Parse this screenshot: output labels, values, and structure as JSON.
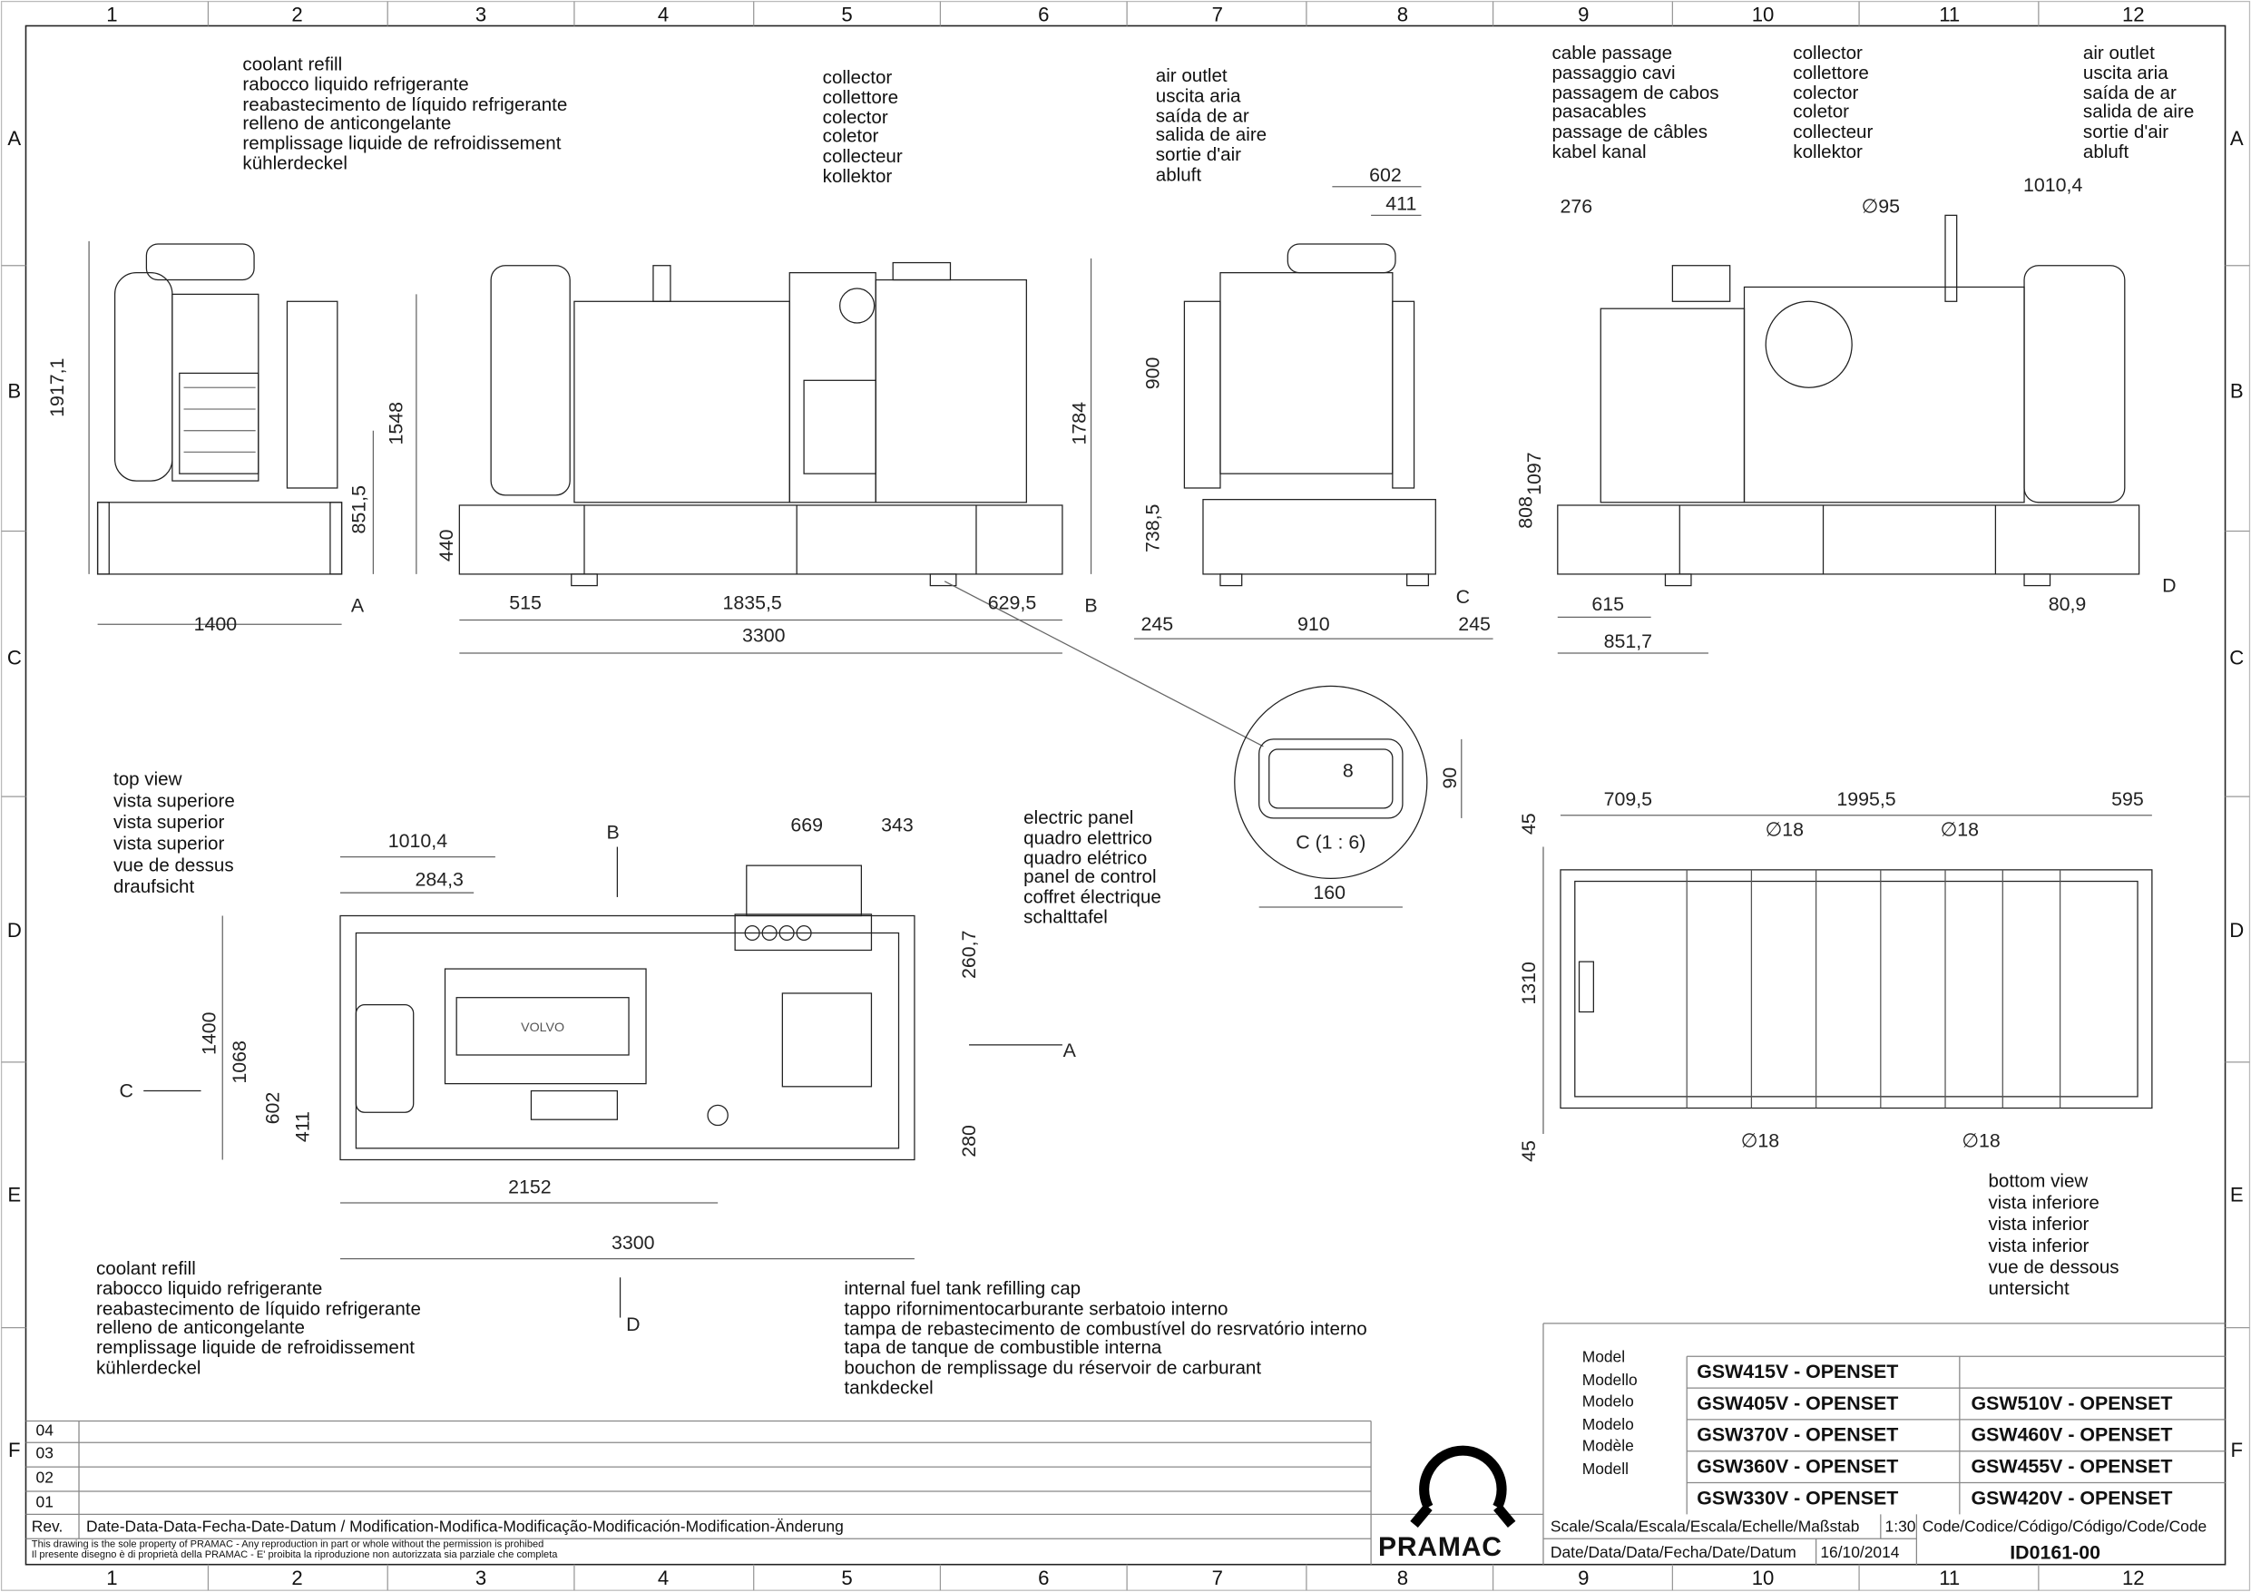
{
  "grid": {
    "columns": [
      "1",
      "2",
      "3",
      "4",
      "5",
      "6",
      "7",
      "8",
      "9",
      "10",
      "11",
      "12"
    ],
    "rows": [
      "A",
      "B",
      "C",
      "D",
      "E",
      "F"
    ]
  },
  "callouts": {
    "coolant_top": [
      "coolant refill",
      "rabocco liquido refrigerante",
      "reabastecimento de líquido refrigerante",
      "relleno de anticongelante",
      "remplissage liquide de refroidissement",
      "kühlerdeckel"
    ],
    "collector_left": [
      "collector",
      "collettore",
      "colector",
      "coletor",
      "collecteur",
      "kollektor"
    ],
    "air_outlet_left": [
      "air outlet",
      "uscita aria",
      "saída de ar",
      "salida de aire",
      "sortie d'air",
      "abluft"
    ],
    "cable_passage": [
      "cable passage",
      "passaggio cavi",
      "passagem de cabos",
      "pasacables",
      "passage de câbles",
      "kabel kanal"
    ],
    "collector_right": [
      "collector",
      "collettore",
      "colector",
      "coletor",
      "collecteur",
      "kollektor"
    ],
    "air_outlet_right": [
      "air outlet",
      "uscita aria",
      "saída de ar",
      "salida de aire",
      "sortie d'air",
      "abluft"
    ],
    "top_view": [
      "top view",
      "vista superiore",
      "vista superior",
      "vista superior",
      "vue de dessus",
      "draufsicht"
    ],
    "electric_panel": [
      "electric panel",
      "quadro elettrico",
      "quadro elétrico",
      "panel de control",
      "coffret électrique",
      "schalttafel"
    ],
    "coolant_bottom": [
      "coolant refill",
      "rabocco liquido refrigerante",
      "reabastecimento de líquido refrigerante",
      "relleno de anticongelante",
      "remplissage liquide de refroidissement",
      "kühlerdeckel"
    ],
    "fuel_cap": [
      "internal fuel tank refilling cap",
      "tappo rifornimentocarburante serbatoio interno",
      "tampa de rebastecimento de combustível do resrvatório interno",
      "tapa de tanque de combustible interna",
      "bouchon de remplissage du réservoir de carburant",
      "tankdeckel"
    ],
    "bottom_view": [
      "bottom view",
      "vista inferiore",
      "vista inferior",
      "vista inferior",
      "vue de dessous",
      "untersicht"
    ]
  },
  "dimensions": {
    "front": [
      "1917,1",
      "1548",
      "851,5",
      "1400",
      "A"
    ],
    "side": [
      "440",
      "1784",
      "515",
      "1835,5",
      "629,5",
      "3300",
      "B"
    ],
    "rear": [
      "602",
      "411",
      "900",
      "738,5",
      "245",
      "910",
      "245",
      "C"
    ],
    "side2": [
      "276",
      "∅95",
      "1010,4",
      "1097",
      "808",
      "615",
      "851,7",
      "80,9",
      "D"
    ],
    "detail": [
      "8",
      "90",
      "C (1 : 6)",
      "160"
    ],
    "top": [
      "1010,4",
      "284,3",
      "669",
      "343",
      "260,7",
      "1400",
      "1068",
      "602",
      "411",
      "280",
      "2152",
      "3300",
      "B",
      "A",
      "C",
      "D"
    ],
    "bottom": [
      "709,5",
      "1995,5",
      "595",
      "45",
      "∅18",
      "∅18",
      "1310",
      "∅18",
      "∅18",
      "45"
    ]
  },
  "logo": {
    "brand": "PRAMAC",
    "engine_brand": "VOLVO"
  },
  "revision_table": {
    "rows": [
      "04",
      "03",
      "02",
      "01"
    ],
    "header_rev": "Rev.",
    "header_desc": "Date-Data-Data-Fecha-Date-Datum / Modification-Modifica-Modificação-Modificación-Modification-Änderung",
    "notice": [
      "This drawing is the sole property of PRAMAC - Any reproduction in part or whole without the permission is prohibed",
      "Il presente disegno è di proprietà della PRAMAC - E' proibita la riproduzione non autorizzata sia parziale che completa"
    ]
  },
  "title_block": {
    "model_labels": [
      "Model",
      "Modello",
      "Modelo",
      "Modelo",
      "Modèle",
      "Modell"
    ],
    "models_left": [
      "GSW415V - OPENSET",
      "GSW405V - OPENSET",
      "GSW370V - OPENSET",
      "GSW360V - OPENSET",
      "GSW330V - OPENSET"
    ],
    "models_right": [
      "",
      "GSW510V - OPENSET",
      "GSW460V - OPENSET",
      "GSW455V - OPENSET",
      "GSW420V - OPENSET"
    ],
    "scale_label": "Scale/Scala/Escala/Escala/Echelle/Maßstab",
    "scale_value": "1:30",
    "code_label": "Code/Codice/Código/Código/Code/Code",
    "code_value": "ID0161-00",
    "date_label": "Date/Data/Data/Fecha/Date/Datum",
    "date_value": "16/10/2014"
  }
}
